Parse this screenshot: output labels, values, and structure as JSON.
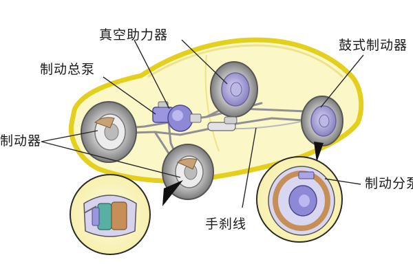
{
  "labels": {
    "vacuum_booster": "真空助力器",
    "drum_brake": "鼓式制动器",
    "master_cylinder": "制动总泵",
    "brake": "制动器",
    "parking_brake_cable": "手刹线",
    "wheel_cylinder": "制动分泵"
  },
  "colors": {
    "car_body_fill": "#fbf7c6",
    "car_body_outline": "#e4cf1c",
    "brake_line": "#8f8f96",
    "booster": "#8d89d6",
    "leader_line": "#2a2a2a",
    "detail_outline": "#2a2a2a"
  }
}
